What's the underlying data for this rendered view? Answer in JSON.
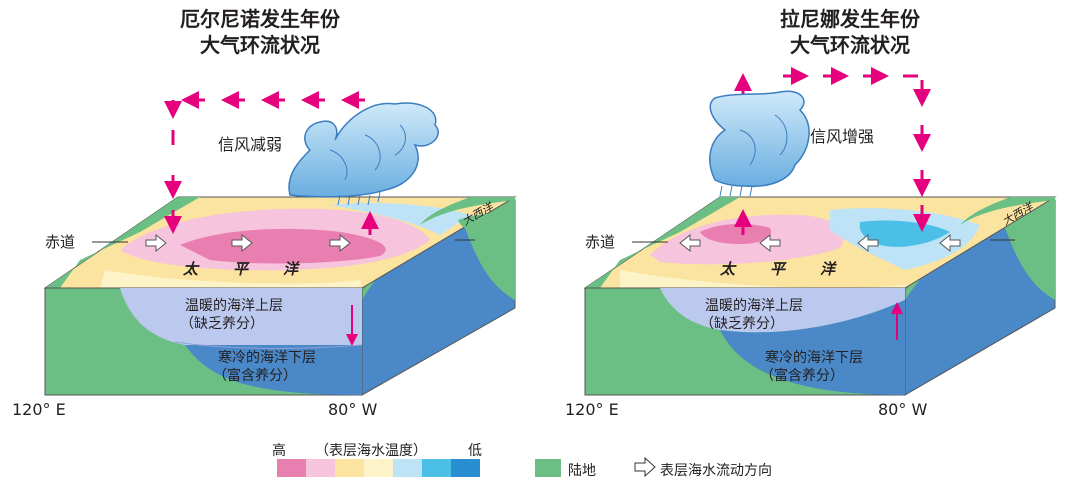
{
  "left_panel": {
    "title_line1": "厄尔尼诺发生年份",
    "title_line2": "大气环流状况",
    "trade_wind": "信风减弱",
    "equator": "赤道",
    "ocean_name": [
      "太",
      "平",
      "洋"
    ],
    "atlantic": "大西洋",
    "upper_layer": "温暖的海洋上层",
    "upper_note": "（缺乏养分）",
    "lower_layer": "寒冷的海洋下层",
    "lower_note": "（富含养分）",
    "lon_west": "120° E",
    "lon_east": "80° W"
  },
  "right_panel": {
    "title_line1": "拉尼娜发生年份",
    "title_line2": "大气环流状况",
    "trade_wind": "信风增强",
    "equator": "赤道",
    "ocean_name": [
      "太",
      "平",
      "洋"
    ],
    "atlantic": "大西洋",
    "upper_layer": "温暖的海洋上层",
    "upper_note": "（缺乏养分）",
    "lower_layer": "寒冷的海洋下层",
    "lower_note": "（富含养分）",
    "lon_west": "120° E",
    "lon_east": "80° W"
  },
  "legend": {
    "high": "高",
    "sst_label": "（表层海水温度）",
    "low": "低",
    "land": "陆地",
    "current_dir": "表层海水流动方向",
    "sst_colors": [
      "#e97fb0",
      "#f6c4dc",
      "#fbe3a0",
      "#fdf3c8",
      "#bfe3f6",
      "#4cbfe9",
      "#2a8fd0"
    ],
    "land_color": "#6cbf84"
  }
}
